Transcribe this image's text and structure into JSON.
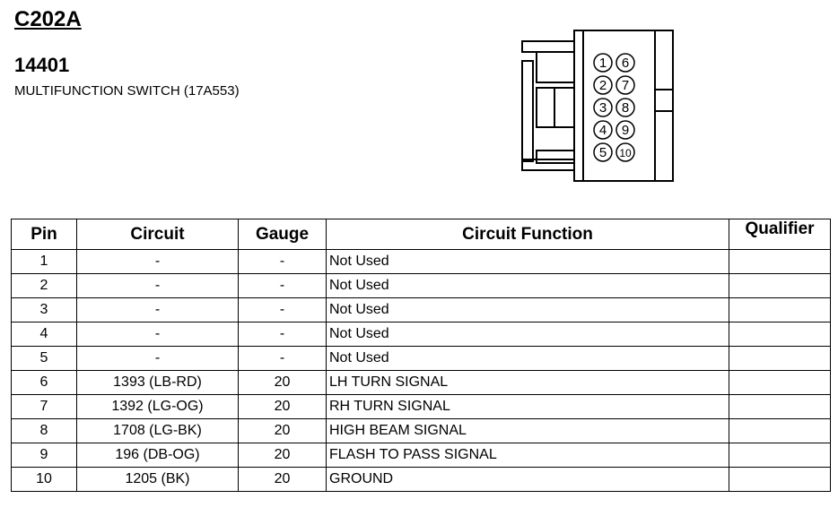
{
  "connector": "C202A",
  "part_number": "14401",
  "description": "MULTIFUNCTION SWITCH (17A553)",
  "diagram": {
    "pins": [
      "1",
      "2",
      "3",
      "4",
      "5",
      "6",
      "7",
      "8",
      "9",
      "10"
    ]
  },
  "table": {
    "headers": [
      "Pin",
      "Circuit",
      "Gauge",
      "Circuit Function",
      "Qualifier"
    ],
    "rows": [
      [
        "1",
        "-",
        "-",
        "Not Used",
        ""
      ],
      [
        "2",
        "-",
        "-",
        "Not Used",
        ""
      ],
      [
        "3",
        "-",
        "-",
        "Not Used",
        ""
      ],
      [
        "4",
        "-",
        "-",
        "Not Used",
        ""
      ],
      [
        "5",
        "-",
        "-",
        "Not Used",
        ""
      ],
      [
        "6",
        "1393 (LB-RD)",
        "20",
        "LH TURN SIGNAL",
        ""
      ],
      [
        "7",
        "1392 (LG-OG)",
        "20",
        "RH TURN SIGNAL",
        ""
      ],
      [
        "8",
        "1708 (LG-BK)",
        "20",
        "HIGH BEAM SIGNAL",
        ""
      ],
      [
        "9",
        "196 (DB-OG)",
        "20",
        "FLASH TO PASS SIGNAL",
        ""
      ],
      [
        "10",
        "1205 (BK)",
        "20",
        "GROUND",
        ""
      ]
    ]
  }
}
